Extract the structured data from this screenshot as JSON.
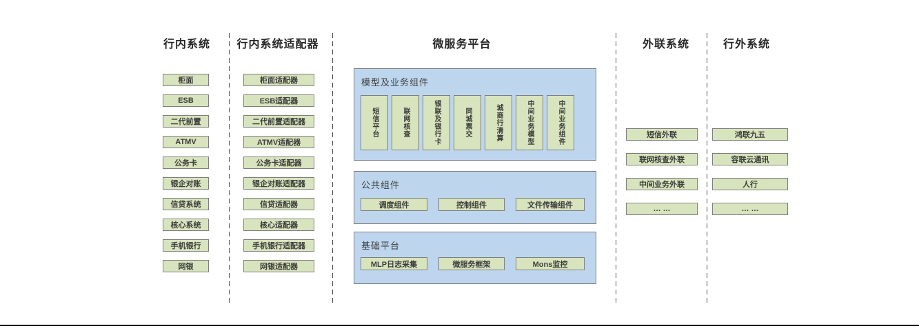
{
  "diagram": {
    "columns": {
      "internal_systems": {
        "title": "行内系统",
        "items": [
          "柜面",
          "ESB",
          "二代前置",
          "ATMV",
          "公务卡",
          "银企对账",
          "信贷系统",
          "核心系统",
          "手机银行",
          "网银"
        ]
      },
      "internal_adapters": {
        "title": "行内系统适配器",
        "items": [
          "柜面适配器",
          "ESB适配器",
          "二代前置适配器",
          "ATMV适配器",
          "公务卡适配器",
          "银企对账适配器",
          "信贷适配器",
          "核心适配器",
          "手机银行适配器",
          "网银适配器"
        ]
      },
      "microservice_platform": {
        "title": "微服务平台",
        "groups": [
          {
            "title": "模型及业务组件",
            "items": [
              "短信平台",
              "联网核查",
              "银联及银行卡",
              "同城票交",
              "城商行清算",
              "中间业务模型",
              "中间业务组件"
            ]
          },
          {
            "title": "公共组件",
            "items": [
              "调度组件",
              "控制组件",
              "文件传输组件"
            ]
          },
          {
            "title": "基础平台",
            "items": [
              "MLP日志采集",
              "微服务框架",
              "Mons监控"
            ]
          }
        ]
      },
      "external_link_systems": {
        "title": "外联系统",
        "items": [
          "短信外联",
          "联网核查外联",
          "中间业务外联",
          "… …"
        ]
      },
      "outside_systems": {
        "title": "行外系统",
        "items": [
          "鸿联九五",
          "容联云通讯",
          "人行",
          "… …"
        ]
      }
    },
    "colors": {
      "box_fill": "#d8e4bd",
      "box_border": "#7f7f7f",
      "panel_fill": "#bdd6ee",
      "panel_border": "#7f7f7f",
      "text": "#3c3c3c"
    }
  }
}
